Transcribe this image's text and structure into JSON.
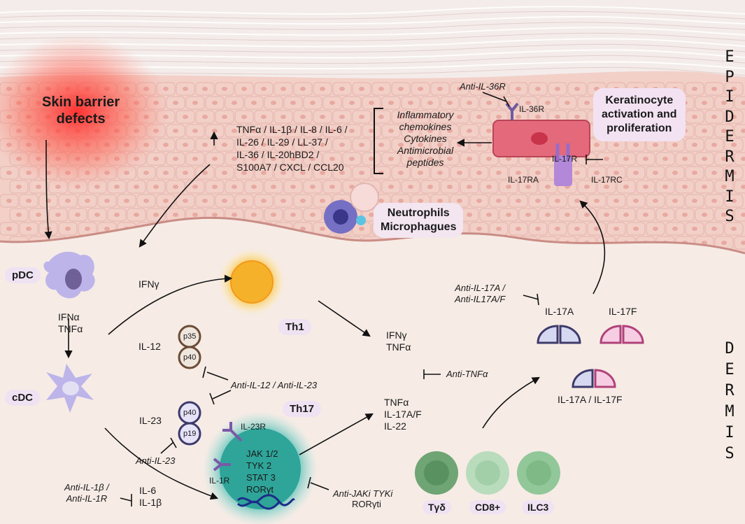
{
  "layers": {
    "epidermis": "E P I D E R M I S",
    "dermis": "D E R M I S"
  },
  "labels": {
    "skin_barrier": "Skin barrier\ndefects",
    "mediators": "TNFα / IL-1β / IL-8 / IL-6 /\nIL-26 / IL-29 / LL-37 /\nIL-36 / IL-20hBD2 /\nS100A7 / CXCL / CCL20",
    "inflammatory": "Inflammatory\nchemokines\nCytokines\nAntimicrobial\npeptides",
    "anti_il36r": "Anti-IL-36R",
    "il36r": "IL-36R",
    "il17r": "IL-17R",
    "il17ra": "IL-17RA",
    "il17rc": "IL-17RC",
    "kerat": "Keratinocyte\nactivation and\nproliferation",
    "neutro": "Neutrophils\nMicrophagues",
    "pdc": "pDC",
    "ifna_tnfa": "IFNα\nTNFα",
    "cdc": "cDC",
    "ifng_top": "IFNγ",
    "th1": "Th1",
    "il12": "IL-12",
    "p35": "p35",
    "p40a": "p40",
    "p40b": "p40",
    "p19": "p19",
    "il23": "IL-23",
    "anti_il12_23": "Anti-IL-12 / Anti-IL-23",
    "th17": "Th17",
    "il23r": "IL-23R",
    "th17_core": "JAK 1/2\nTYK 2\nSTAT 3\nRORγt",
    "il1r": "IL-1R",
    "anti_il23": "Anti-IL-23",
    "anti_il1": "Anti-IL-1β /\nAnti-IL-1R",
    "il6_il1b": "IL-6\nIL-1β",
    "anti_jak": "Anti-JAKi TYKi",
    "rorgti": "RORγti",
    "ifng_tnfa": "IFNγ\nTNFα",
    "anti_tnfa": "Anti-TNFα",
    "th17_out": "TNFα\nIL-17A/F\nIL-22",
    "anti_il17": "Anti-IL-17A /\nAnti-IL17A/F",
    "il17a": "IL-17A",
    "il17f": "IL-17F",
    "il17af": "IL-17A / IL-17F",
    "tgd": "Tγδ",
    "cd8": "CD8+",
    "ilc3": "ILC3"
  },
  "colors": {
    "dermis": "#f6ebe5",
    "epidermis_cell": "#f3d3cc",
    "stratum": "#f8f1ee",
    "dc": "#bdb5ea",
    "th1": "#f6b12a",
    "th17": "#2fa59a",
    "il17a": "#3d3b6b",
    "il17f": "#b0427a",
    "tcell": "#7fb283"
  }
}
